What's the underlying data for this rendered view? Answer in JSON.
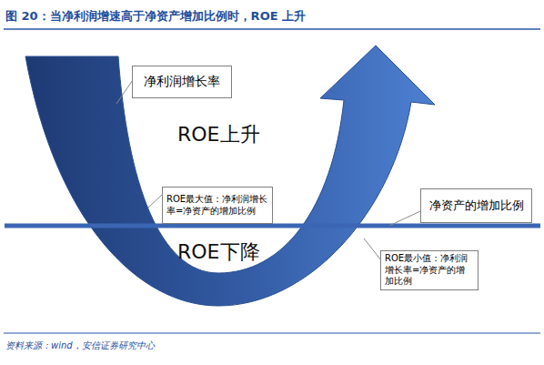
{
  "diagram": {
    "title": "图 20：当净利润增速高于净资产增加比例时，ROE 上升",
    "caption": "资料来源：wind，安信证券研究中心",
    "nodes": [
      {
        "text": [
          "净利润增长率"
        ]
      },
      {
        "text": [
          "ROE最大值：净利润增长率=净资产的增加比例"
        ]
      },
      {
        "text": [
          "净资产的增加比例"
        ]
      },
      {
        "text": [
          "ROE最小值：净利润增长率=净资产的增加比例"
        ]
      }
    ],
    "labels": [
      "ROE上升",
      "ROE下降"
    ]
  }
}
